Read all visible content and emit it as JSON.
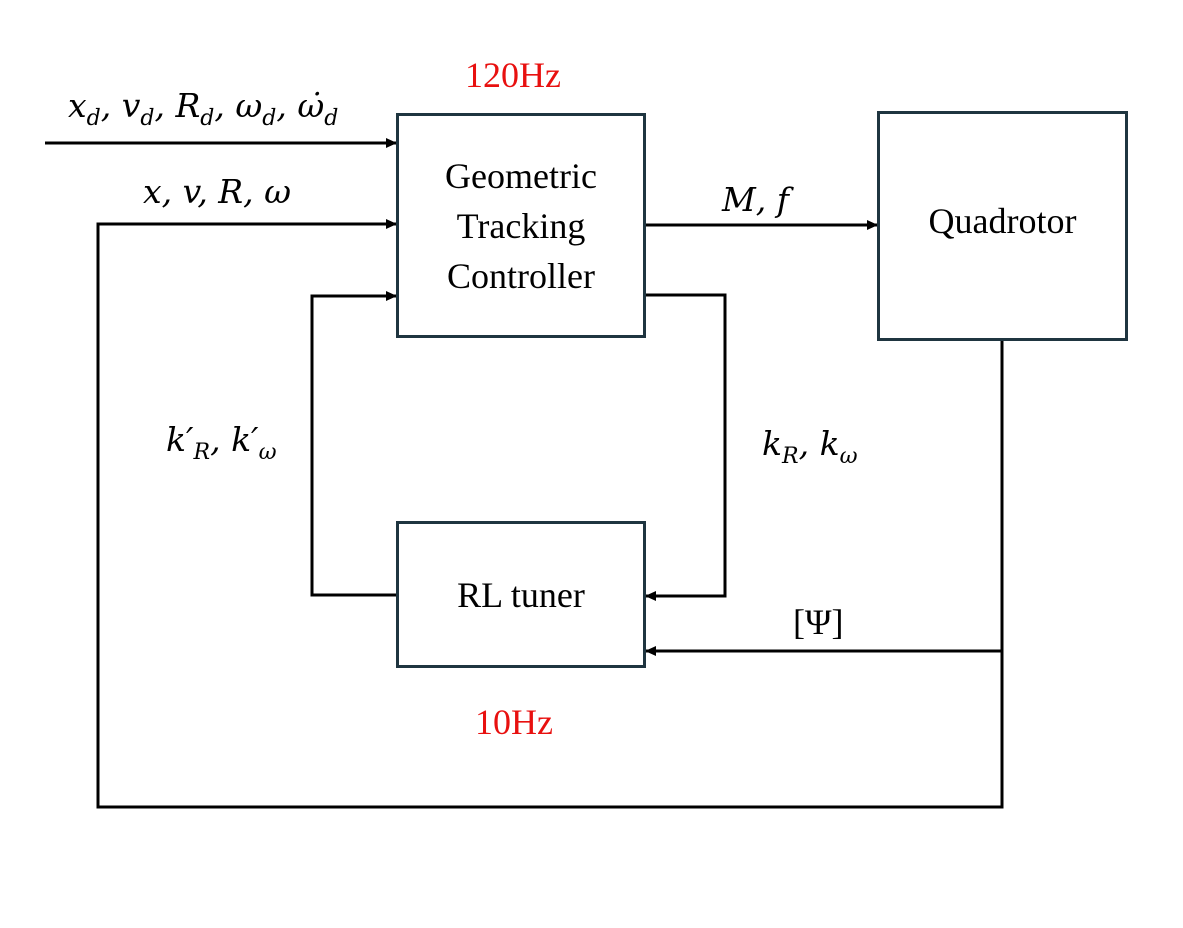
{
  "blocks": {
    "controller": {
      "lines": [
        "Geometric",
        "Tracking",
        "Controller"
      ]
    },
    "quadrotor": {
      "label": "Quadrotor"
    },
    "tuner": {
      "label": "RL tuner"
    }
  },
  "rates": {
    "controller_rate": "120Hz",
    "tuner_rate": "10Hz",
    "color": "#e8100f"
  },
  "signals": {
    "desired_state": {
      "x": "x",
      "x_sub": "d",
      "v": "v",
      "v_sub": "d",
      "R": "R",
      "R_sub": "d",
      "w": "ω",
      "w_sub": "d",
      "wdot": "ω̇",
      "wdot_sub": "d",
      "sep": ", "
    },
    "state_feedback": "x, v, R, ω",
    "control_output": "M, f",
    "new_gains": {
      "k1": "k′",
      "k1_sub": "R",
      "k2": "k′",
      "k2_sub": "ω",
      "sep": ", "
    },
    "current_gains": {
      "k1": "k",
      "k1_sub": "R",
      "k2": "k",
      "k2_sub": "ω",
      "sep": ", "
    },
    "observation": "[Ψ]"
  },
  "style": {
    "line_color": "#000000",
    "box_border": "#1f3540"
  }
}
